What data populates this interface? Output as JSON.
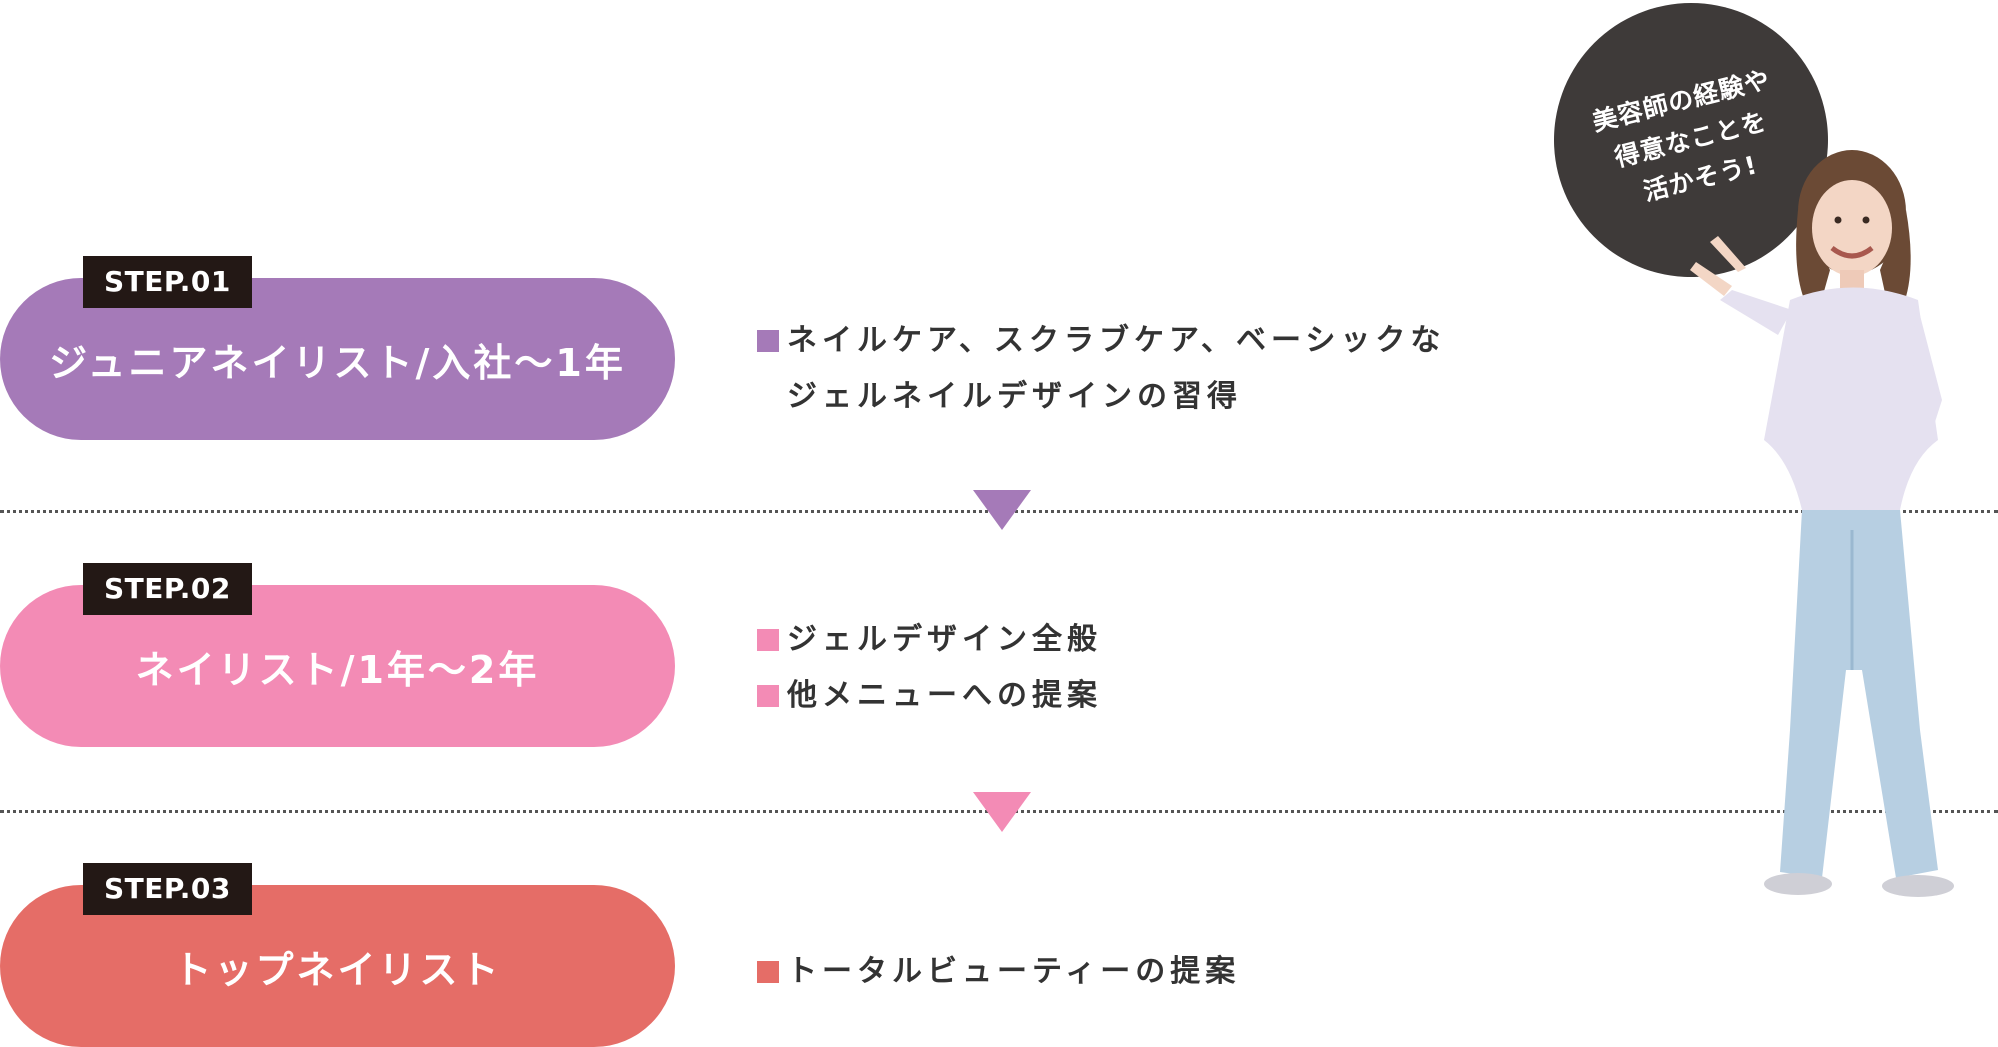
{
  "steps": [
    {
      "tag": "STEP.01",
      "title": "ジュニアネイリスト/入社〜1年",
      "color": "#a57ab8",
      "items": [
        "ネイルケア、スクラブケア、ベーシックな",
        "ジェルネイルデザインの習得"
      ]
    },
    {
      "tag": "STEP.02",
      "title": "ネイリスト/1年〜2年",
      "color": "#f38bb5",
      "items": [
        "ジェルデザイン全般",
        "他メニューへの提案"
      ]
    },
    {
      "tag": "STEP.03",
      "title": "トップネイリスト",
      "color": "#e56d67",
      "items": [
        "トータルビューティーの提案"
      ]
    }
  ],
  "bubble": {
    "lines": [
      "美容師の経験や",
      "得意なことを",
      "活かそう!"
    ]
  },
  "colors": {
    "divider": "#555555",
    "arrow1": "#a57ab8",
    "arrow2": "#f38bb5",
    "bubble_bg": "#3e3a39",
    "tag_bg": "#231815"
  }
}
